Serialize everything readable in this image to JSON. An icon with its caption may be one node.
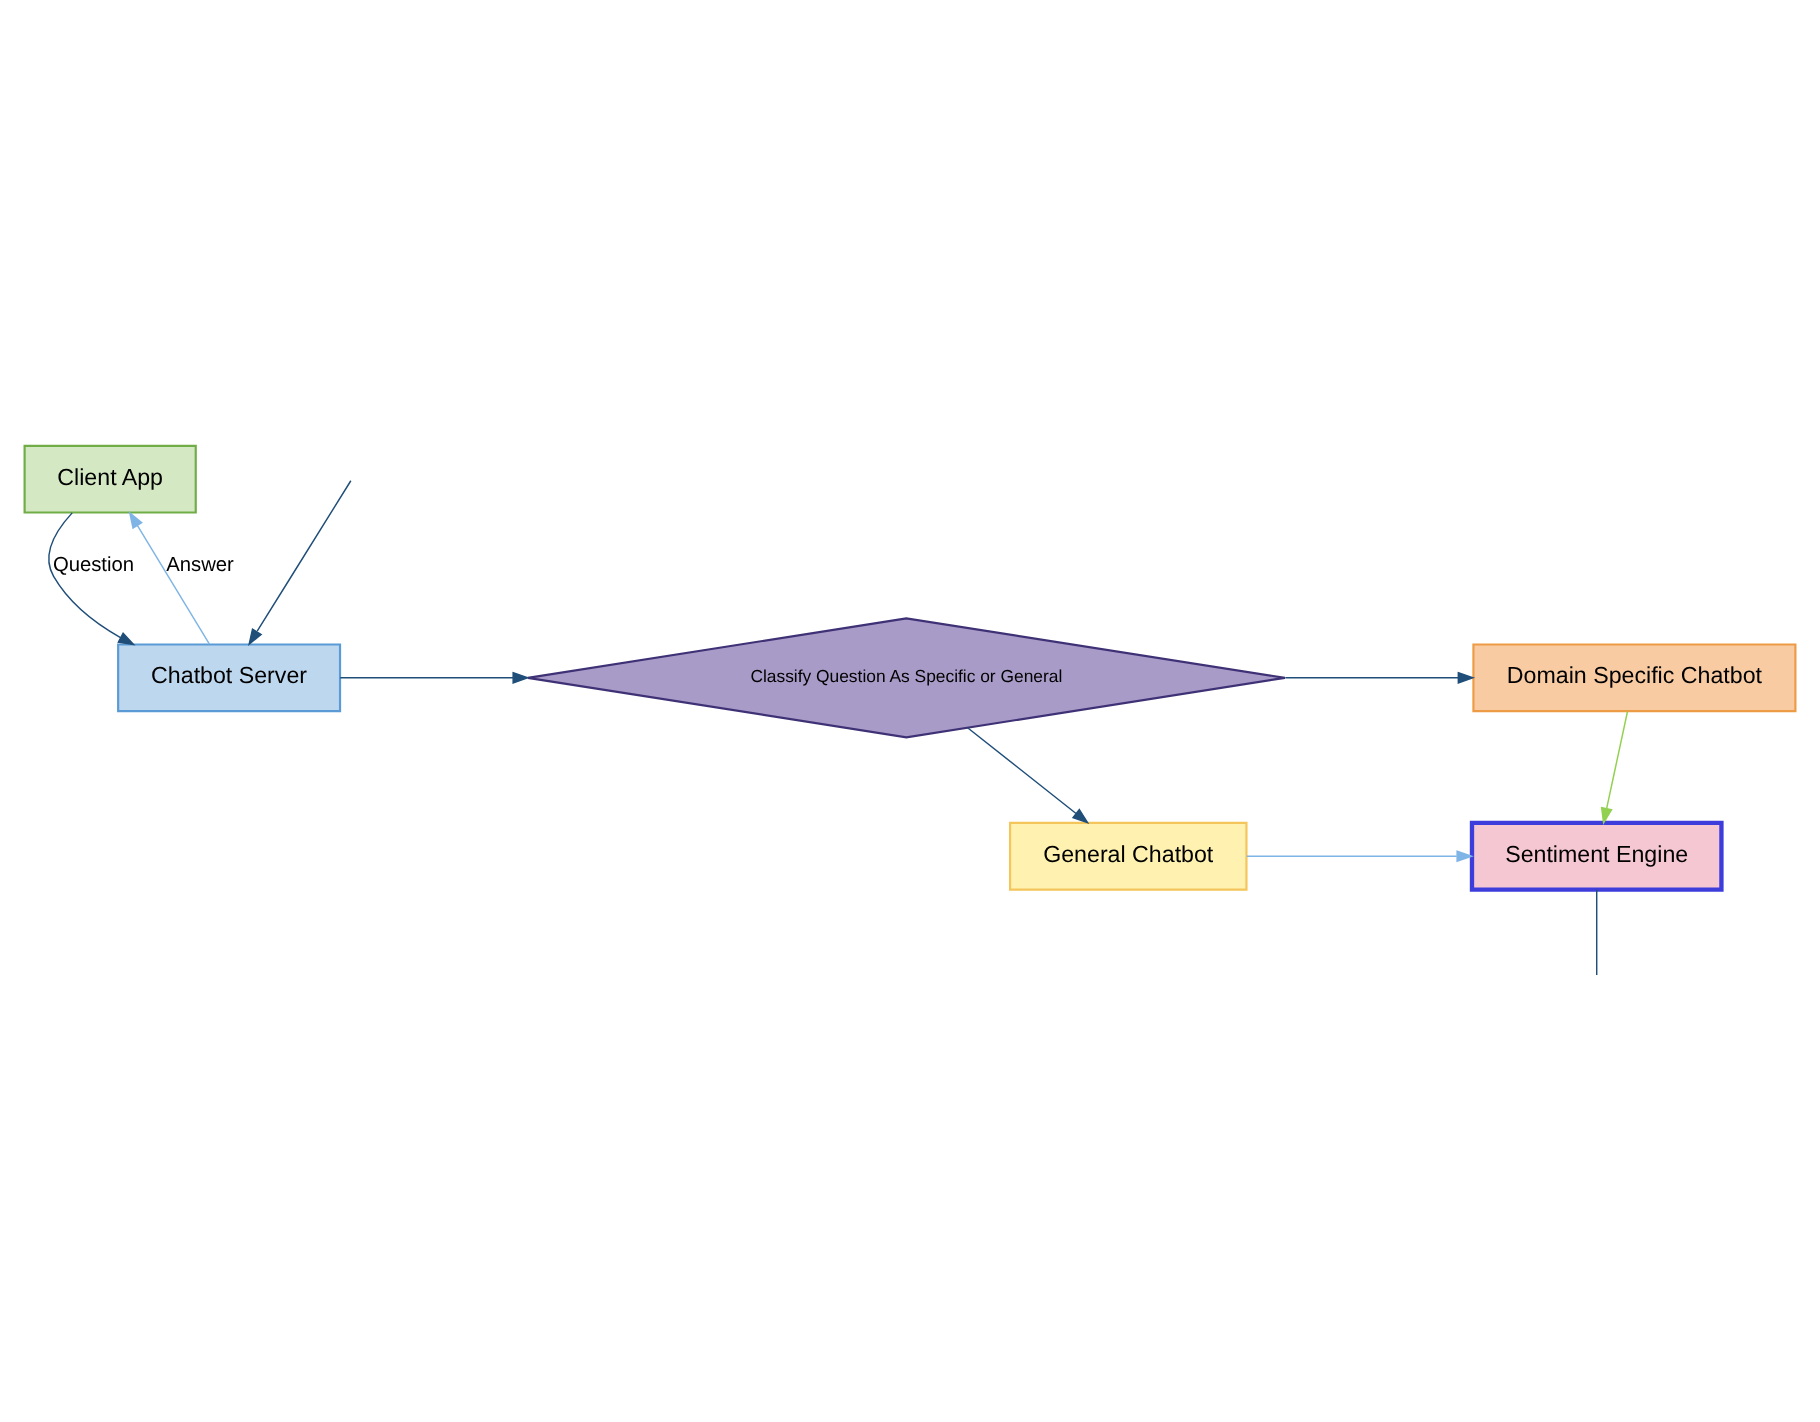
{
  "diagram": {
    "nodes": [
      {
        "text": [
          "Client App"
        ]
      },
      {
        "text": [
          "Chatbot Server"
        ]
      },
      {
        "text": [
          "Classify Question As Specific or General"
        ]
      },
      {
        "text": [
          "Domain Specific Chatbot"
        ]
      },
      {
        "text": [
          "General Chatbot"
        ]
      },
      {
        "text": [
          "Sentiment Engine"
        ]
      }
    ],
    "edges": [
      {
        "from": 1,
        "to": 0,
        "arrow": "to",
        "label": "Answer",
        "color": "#7fb5e6"
      },
      {
        "from": 0,
        "to": 1,
        "arrow": "to",
        "label": "Question"
      },
      {
        "from": 1,
        "to": 2,
        "arrow": "to"
      },
      {
        "from": 2,
        "to": 3,
        "arrow": "to"
      },
      {
        "from": 2,
        "to": 4,
        "arrow": "to"
      },
      {
        "from": 3,
        "to": 5,
        "arrow": "to",
        "color": "#92d050"
      },
      {
        "from": 4,
        "to": 5,
        "arrow": "to",
        "color": "#7fb5e6"
      },
      {
        "from": 5,
        "to": null,
        "arrow": "none"
      },
      {
        "from": null,
        "to": 1,
        "arrow": "to"
      }
    ]
  }
}
